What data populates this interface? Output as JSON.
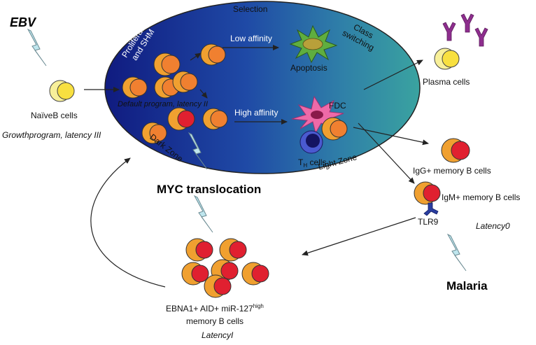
{
  "labels": {
    "ebv": "EBV",
    "selection": "Selection",
    "proliferation_line1": "Proliferation",
    "proliferation_line2": "and SHM",
    "low_affinity": "Low affinity",
    "apoptosis": "Apoptosis",
    "class_line1": "Class",
    "class_line2": "switching",
    "naive_b": "NaïveB cells",
    "growth_program": "Growthprogram, latency III",
    "default_program": "Default program, latency II",
    "high_affinity": "High affinity",
    "fdc": "FDC",
    "dark_zone": "Dark Zone",
    "th_cells_t": "T",
    "th_cells_sub": "H",
    "th_cells_rest": " cells",
    "light_zone": "Light Zone",
    "plasma_cells": "Plasma cells",
    "igg_memory": "IgG+ memory B cells",
    "igm_memory": "IgM+ memory B cells",
    "tlr9": "TLR9",
    "latency0": "Latency0",
    "myc_translocation": "MYC translocation",
    "malaria": "Malaria",
    "ebna_line1_main": "EBNA1+ AID+ miR-127",
    "ebna_line1_sup": "high",
    "ebna_line2": "memory B cells",
    "latency1": "LatencyI"
  },
  "colors": {
    "cell_orange": "#f0a030",
    "cell_yellow": "#f8e040",
    "cell_red": "#e02030",
    "antibody": "#8e2e8e",
    "lightning": "#bfe6ee",
    "fdc": "#ee6aa8",
    "apoptosis": "#5fae3f",
    "th_cell": "#2f3fa0"
  }
}
